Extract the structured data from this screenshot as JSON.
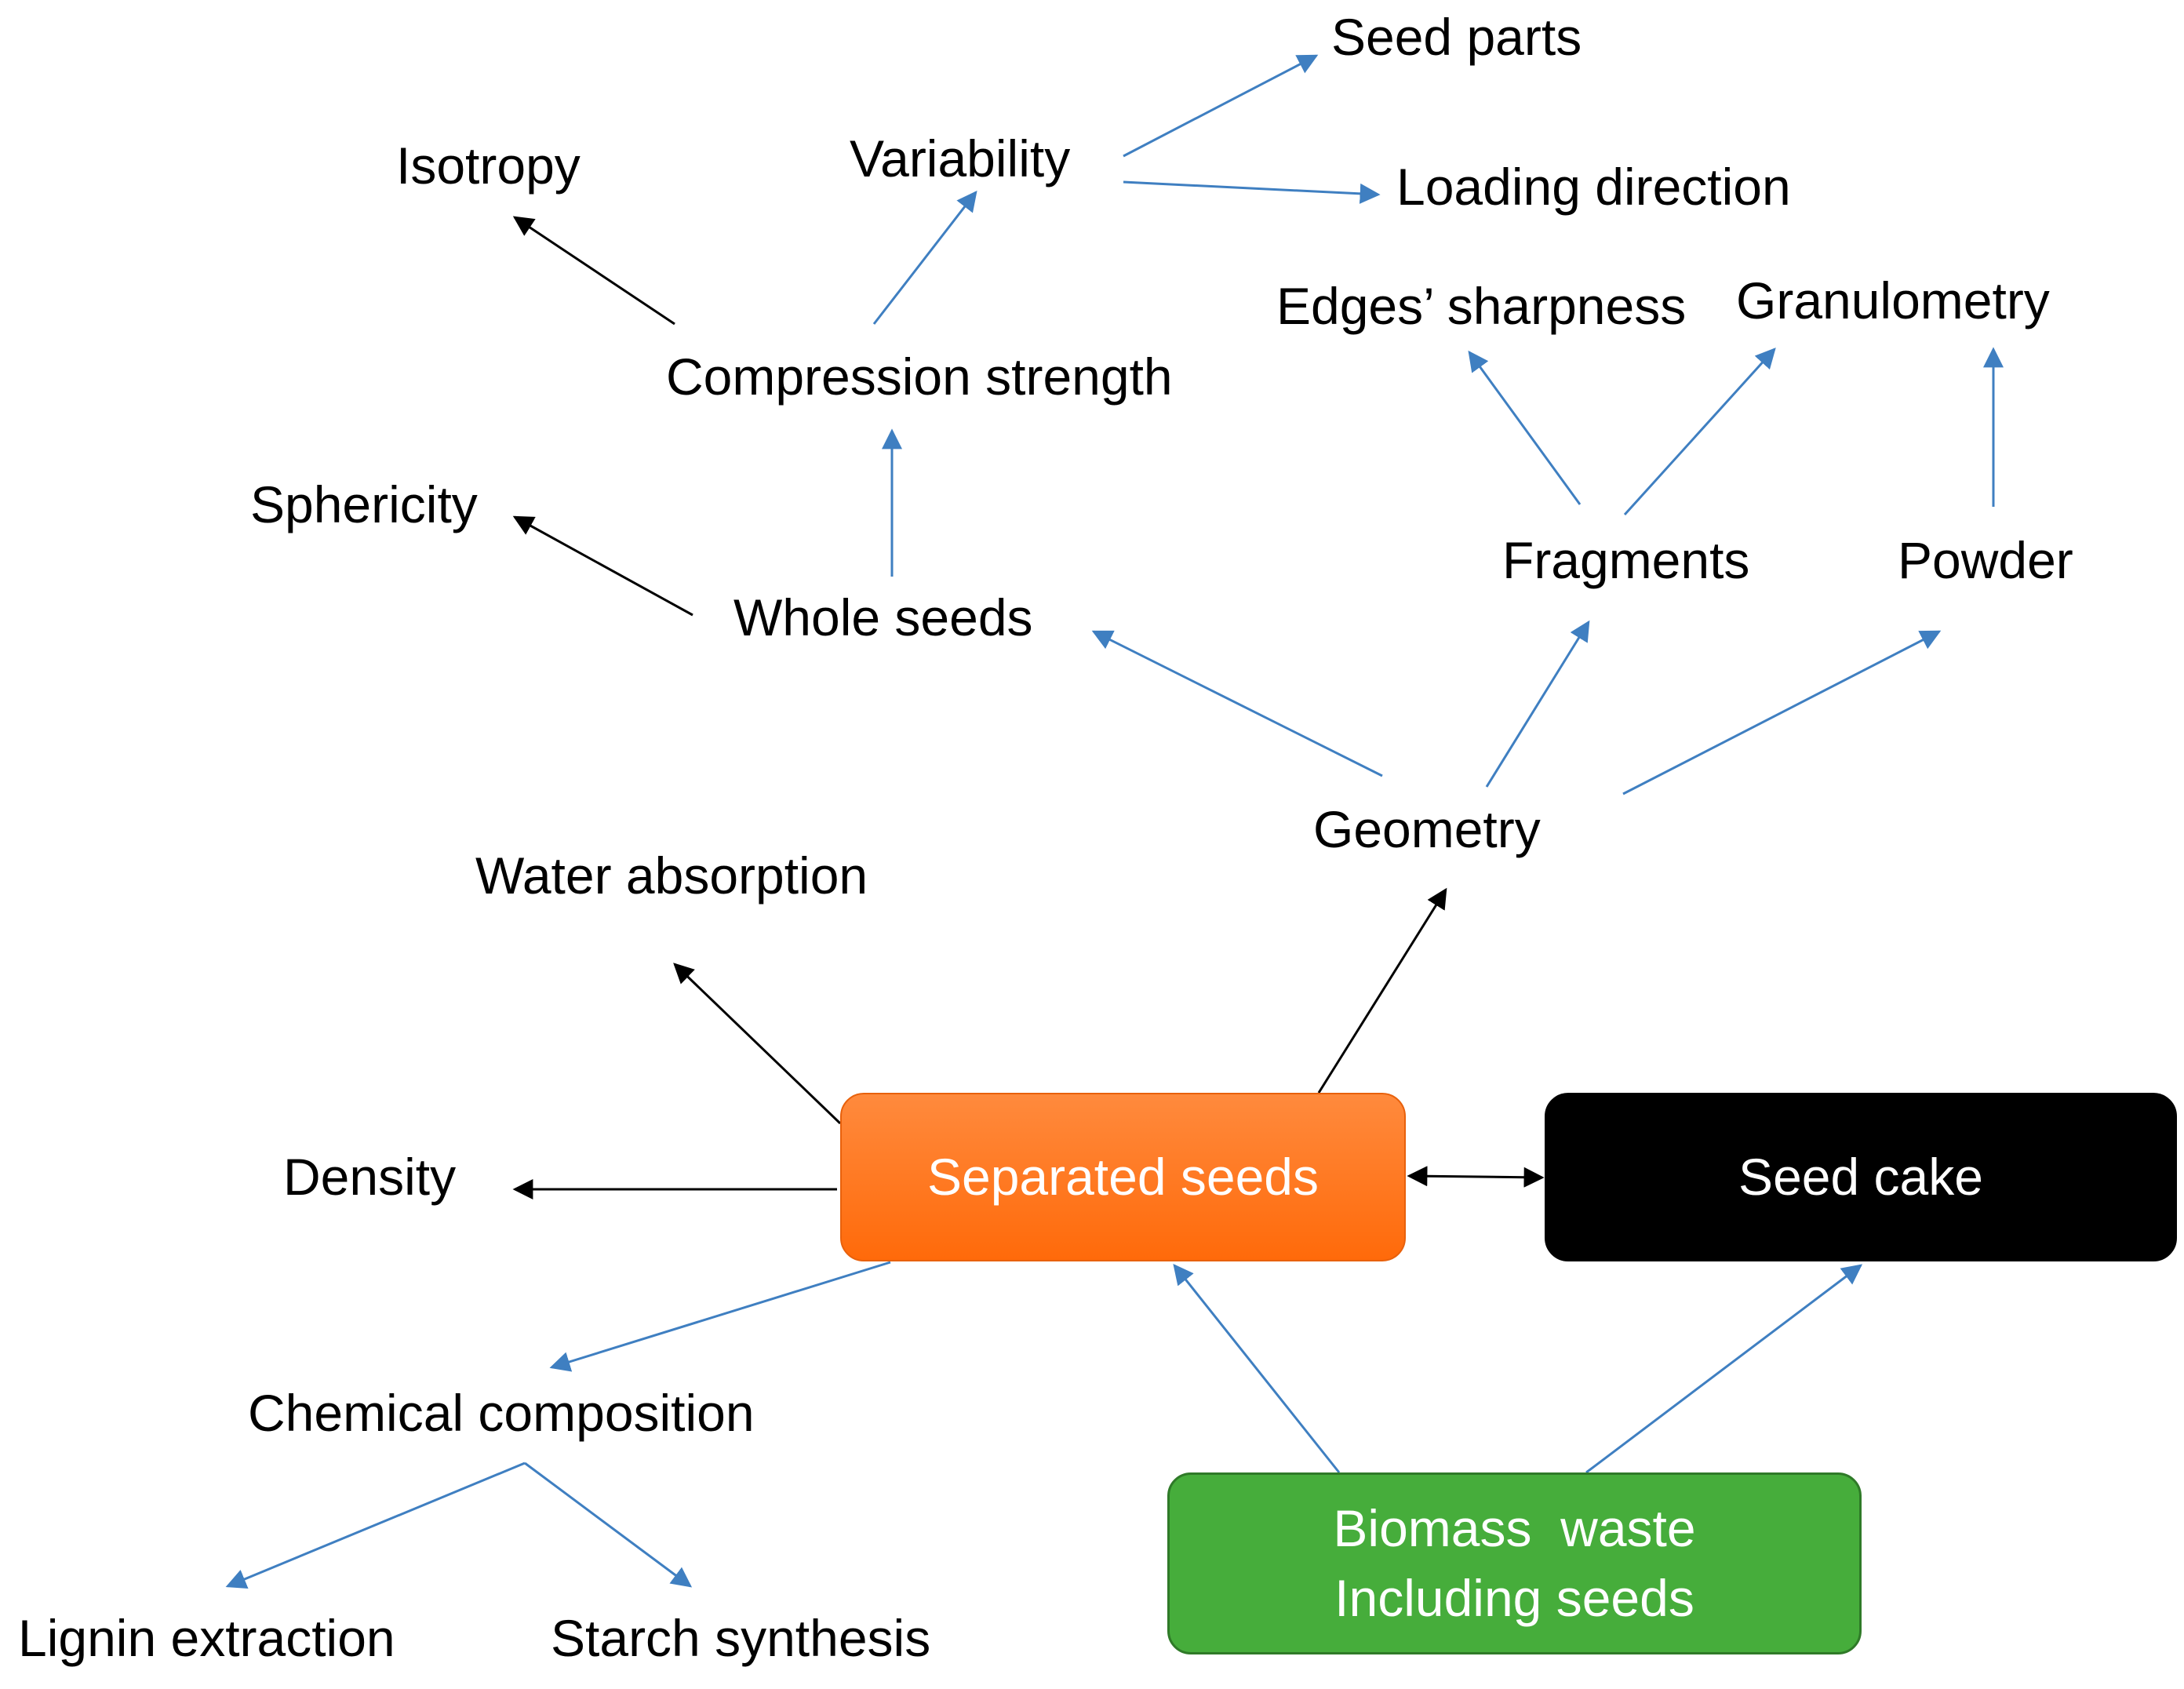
{
  "nodes": {
    "seed_parts": "Seed parts",
    "isotropy": "Isotropy",
    "variability": "Variability",
    "loading_direction": "Loading direction",
    "edges_sharpness": "Edges’ sharpness",
    "granulometry": "Granulometry",
    "compression_strength": "Compression strength",
    "sphericity": "Sphericity",
    "fragments": "Fragments",
    "powder": "Powder",
    "whole_seeds": "Whole seeds",
    "geometry": "Geometry",
    "water_absorption": "Water absorption",
    "density": "Density",
    "separated_seeds": "Separated seeds",
    "seed_cake": "Seed cake",
    "chemical_composition": "Chemical composition",
    "biomass_line1": "Biomass  waste",
    "biomass_line2": "Including seeds",
    "lignin_extraction": "Lignin extraction",
    "starch_synthesis": "Starch synthesis"
  },
  "colors": {
    "blue_arrow": "#3f7fc1",
    "black_arrow": "#000000",
    "separated_fill": "#ff7a1f",
    "cake_fill": "#000000",
    "biomass_fill": "#46ad3b"
  }
}
